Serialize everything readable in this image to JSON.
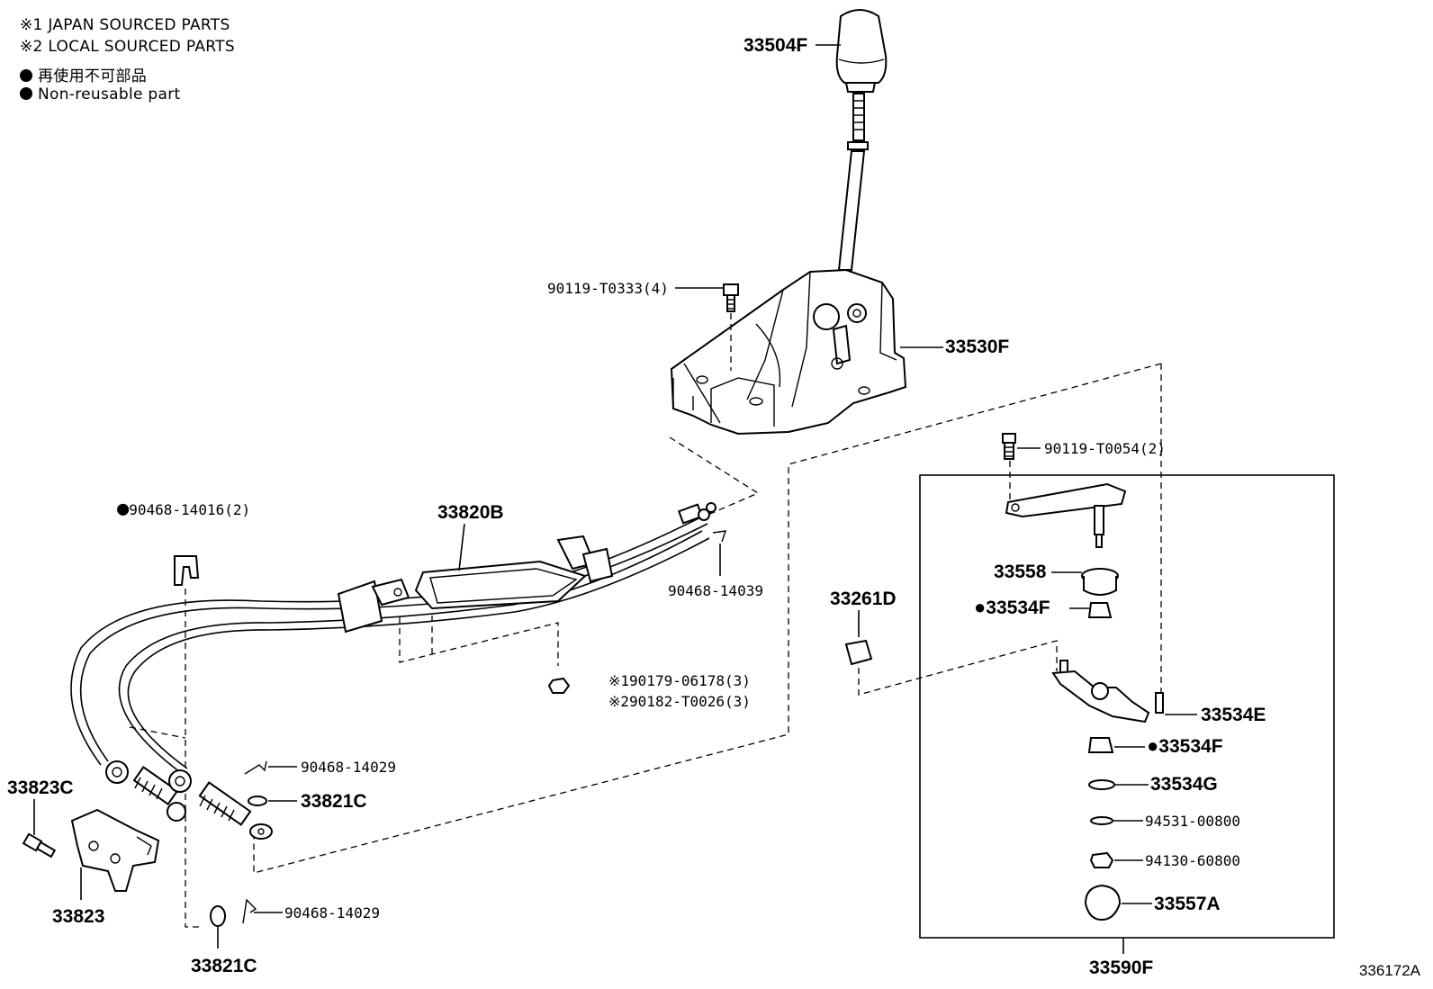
{
  "notes": {
    "japan": "※1 JAPAN SOURCED PARTS",
    "local": "※2 LOCAL SOURCED PARTS",
    "nonreuse_jp": "再使用不可部品",
    "nonreuse_en": "Non-reusable part"
  },
  "labels": {
    "knob": "33504F",
    "bolt_t0333": "90119-T0333(4)",
    "shift_base": "33530F",
    "bolt_t0054": "90119-T0054(2)",
    "clip_14016": "90468-14016(2)",
    "cable_33820b": "33820B",
    "clip_14039": "90468-14039",
    "nut_06178": "※190179-06178(3)",
    "nut_t0026": "※290182-T0026(3)",
    "bushing_33558": "33558",
    "bushing_33534f_upper": "33534F",
    "retainer_33261d": "33261D",
    "lever_33534e": "33534E",
    "bushing_33534f_lower": "33534F",
    "washer_33534g": "33534G",
    "washer_94531": "94531-00800",
    "nut_94130": "94130-60800",
    "cap_33557a": "33557A",
    "kit_33590f": "33590F",
    "clip_14029_upper": "90468-14029",
    "washer_33821c_upper": "33821C",
    "bolt_33823c": "33823C",
    "bracket_33823": "33823",
    "clip_14029_lower": "90468-14029",
    "washer_33821c_lower": "33821C"
  },
  "diagram_ref": "336172A"
}
